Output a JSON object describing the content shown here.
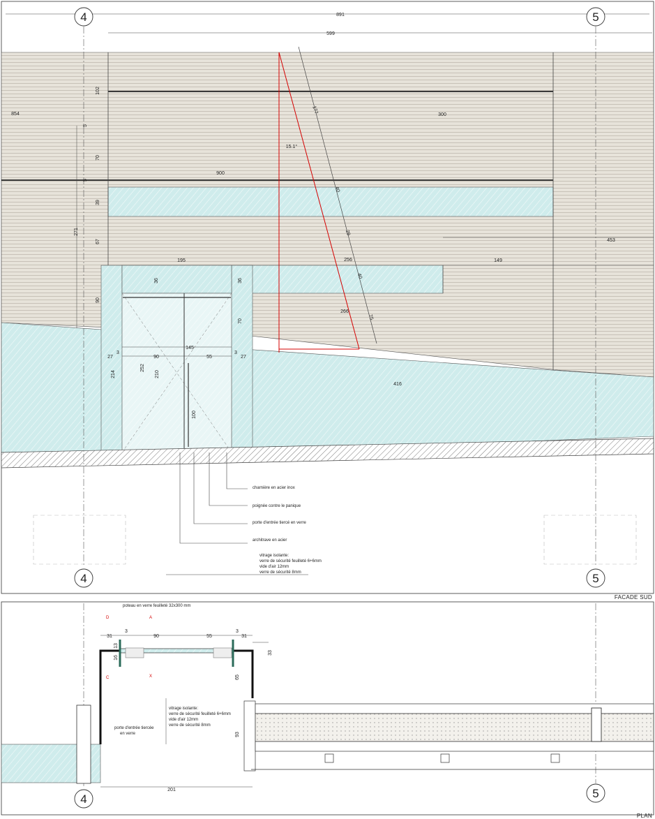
{
  "titles": {
    "elevation": "FACADE SUD",
    "plan": "PLAN"
  },
  "axes": {
    "left": "4",
    "right": "5"
  },
  "elevation": {
    "dims": {
      "total_width": "891",
      "inner_width": "599",
      "left_height": "854",
      "right_top": "300",
      "mid_span": "900",
      "right_mid": "453",
      "right_low": "149",
      "slope_bottom": "416",
      "v102": "102",
      "v5a": "5",
      "v70a": "70",
      "v5b": "5",
      "v39": "39",
      "v67": "67",
      "v271": "271",
      "v90": "90",
      "entry_span": "195",
      "v36a": "36",
      "v36b": "36",
      "v70b": "70",
      "door_total": "145",
      "door_left": "90",
      "door_right": "55",
      "side_27a": "27",
      "side_27b": "27",
      "side_3a": "3",
      "side_3b": "3",
      "v214": "214",
      "v252": "252",
      "v210": "210",
      "v100": "100",
      "slope_177": "177",
      "slope_40a": "40",
      "slope_29": "29",
      "slope_40b": "40",
      "slope_75": "75",
      "slope_256": "256",
      "slope_266": "266",
      "angle": "15.1°"
    },
    "notes": {
      "hinge": "charnière en acier inox",
      "handle": "poignée contre le panique",
      "door": "porte d'entrée tiercé en verre",
      "architrave": "architrave en acier",
      "glazing_title": "vitrage isolante:",
      "glazing_1": "verre de sécurité feuilleté 6+6mm",
      "glazing_2": "vide d'air 12mm",
      "glazing_3": "verre de sécurité   8mm"
    }
  },
  "plan": {
    "dims": {
      "p31a": "31",
      "p3a": "3",
      "p90": "90",
      "p55": "55",
      "p3b": "3",
      "p31b": "31",
      "p13": "13",
      "p16": "16",
      "p33": "33",
      "p65": "65",
      "p93": "93",
      "p201": "201"
    },
    "notes": {
      "post": "poteau en verre feuilleté 32x300 mm",
      "glazing_title": "vitrage isolante:",
      "glazing_1": "verre de sécurité feuilleté 6+6mm",
      "glazing_2": "vide d'air 12mm",
      "glazing_3": "verre de sécurité 8mm",
      "door_1": "porte d'entrée tiercée",
      "door_2": "en verre"
    },
    "marks": {
      "d": "D",
      "a": "A",
      "c": "C",
      "x": "X"
    }
  },
  "colors": {
    "cladding": "#e7e3da",
    "glass": "#cfecec",
    "hatch": "#8a8a8a",
    "red": "#d40000",
    "line": "#333333"
  }
}
